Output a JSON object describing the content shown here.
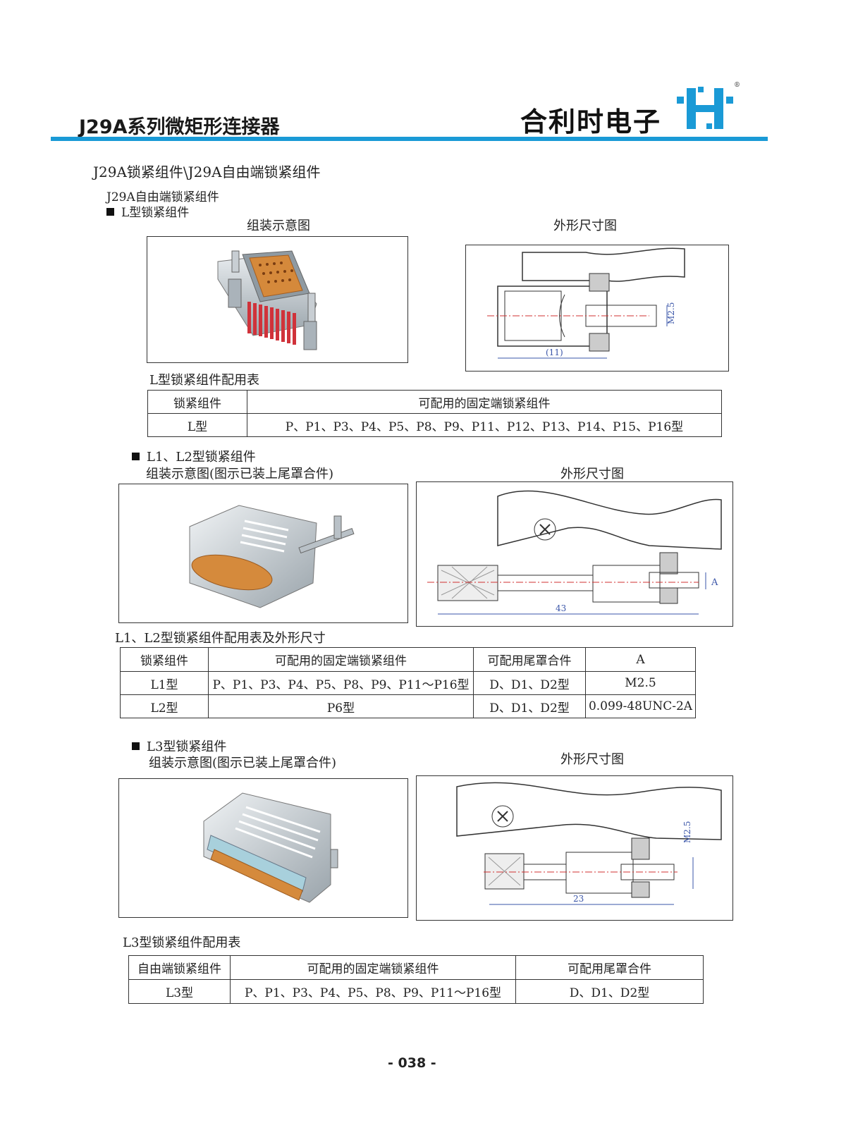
{
  "header": {
    "series_title": "J29A系列微矩形连接器",
    "company": "合利时电子",
    "logo_mark": "®",
    "brand_color": "#1a9ad6"
  },
  "section_title": "J29A锁紧组件\\J29A自由端锁紧组件",
  "subsection_title": "J29A自由端锁紧组件",
  "l_type": {
    "heading": "L型锁紧组件",
    "assembly_caption": "组装示意图",
    "dimension_caption": "外形尺寸图",
    "dim_labels": {
      "thread": "M2.5",
      "length": "(11)"
    },
    "table_title": "L型锁紧组件配用表",
    "table_headers": [
      "锁紧组件",
      "可配用的固定端锁紧组件"
    ],
    "table_rows": [
      [
        "L型",
        "P、P1、P3、P4、P5、P8、P9、P11、P12、P13、P14、P15、P16型"
      ]
    ]
  },
  "l1l2_type": {
    "heading": "L1、L2型锁紧组件",
    "assembly_caption": "组装示意图(图示已装上尾罩合件)",
    "dimension_caption": "外形尺寸图",
    "dim_labels": {
      "thread": "A",
      "length": "43"
    },
    "table_title": "L1、L2型锁紧组件配用表及外形尺寸",
    "table_headers": [
      "锁紧组件",
      "可配用的固定端锁紧组件",
      "可配用尾罩合件",
      "A"
    ],
    "table_rows": [
      [
        "L1型",
        "P、P1、P3、P4、P5、P8、P9、P11～P16型",
        "D、D1、D2型",
        "M2.5"
      ],
      [
        "L2型",
        "P6型",
        "D、D1、D2型",
        "0.099-48UNC-2A"
      ]
    ]
  },
  "l3_type": {
    "heading": "L3型锁紧组件",
    "assembly_caption": "组装示意图(图示已装上尾罩合件)",
    "dimension_caption": "外形尺寸图",
    "dim_labels": {
      "thread": "M2.5",
      "length": "23"
    },
    "table_title": "L3型锁紧组件配用表",
    "table_headers": [
      "自由端锁紧组件",
      "可配用的固定端锁紧组件",
      "可配用尾罩合件"
    ],
    "table_rows": [
      [
        "L3型",
        "P、P1、P3、P4、P5、P8、P9、P11～P16型",
        "D、D1、D2型"
      ]
    ]
  },
  "footer": {
    "page_number": "- 038 -"
  }
}
